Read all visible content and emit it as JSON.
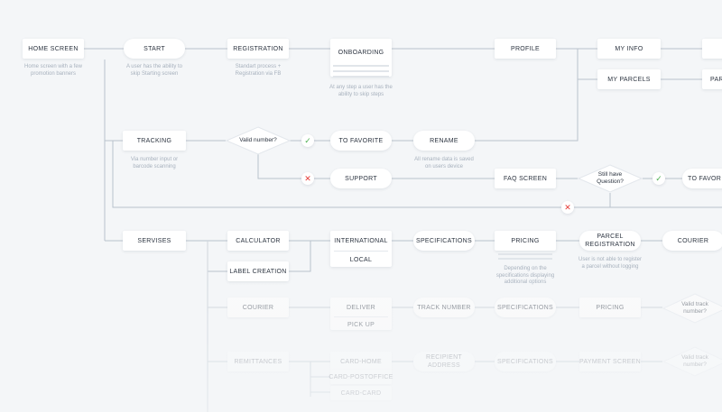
{
  "nodes": {
    "home": "HOME SCREEN",
    "start": "START",
    "registration": "REGISTRATION",
    "onboarding": "ONBOARDING",
    "profile": "PROFILE",
    "my_info": "MY INFO",
    "my_parcels": "MY PARCELS",
    "parcels_cut": "PARC",
    "tracking": "TRACKING",
    "valid_number": "Valid number?",
    "to_favorite": "TO FAVORITE",
    "rename": "RENAME",
    "support": "SUPPORT",
    "faq": "FAQ SCREEN",
    "still_have_1": "Still have",
    "still_have_2": "Question?",
    "to_favor_cut": "TO FAVOR",
    "servises": "SERVISES",
    "calculator": "CALCULATOR",
    "label_creation": "LABEL CREATION",
    "international": "INTERNATIONAL",
    "local": "LOCAL",
    "specifications": "SPECIFICATIONS",
    "pricing": "PRICING",
    "parcel_registration_1": "PARCEL",
    "parcel_registration_2": "REGISTRATION",
    "courier": "COURIER",
    "courier2": "COURIER",
    "deliver": "DELIVER",
    "pick_up": "PICK UP",
    "track_number": "TRACK NUMBER",
    "specifications2": "SPECIFICATIONS",
    "pricing2": "PRICING",
    "valid_track_1": "Valid track",
    "valid_track_2": "number?",
    "remittances": "REMITTANCES",
    "card_home": "CARD-HOME",
    "card_postoffice": "CARD-POSTOFFICE",
    "card_card": "CARD-CARD",
    "recipient_1": "RECIPIENT",
    "recipient_2": "ADDRESS",
    "specifications3": "SPECIFICATIONS",
    "payment_screen": "PAYMENT SCREEN",
    "valid_track3_1": "Valid track",
    "valid_track3_2": "number?"
  },
  "notes": {
    "home_1": "Home screen with a few",
    "home_2": "promotion banners",
    "start_1": "A user has the ability to",
    "start_2": "skip Starting screen",
    "registration_1": "Standart process +",
    "registration_2": "Registration via FB",
    "onboarding_1": "At any step a user has the",
    "onboarding_2": "ability to skip steps",
    "tracking_1": "Via number input or",
    "tracking_2": "barcode scanning",
    "rename_1": "All rename data is saved",
    "rename_2": "on users device",
    "pricing_1": "Depending on the",
    "pricing_2": "specifications displaying",
    "pricing_3": "additional options",
    "parcel_1": "User is not able to register",
    "parcel_2": "a parcel without logging"
  },
  "badges": {
    "ok": "✓",
    "no": "✕"
  },
  "colors": {
    "wire": "#b9c2cc",
    "check": "#4caf50",
    "cross": "#e53935",
    "background": "#f4f6f8"
  }
}
